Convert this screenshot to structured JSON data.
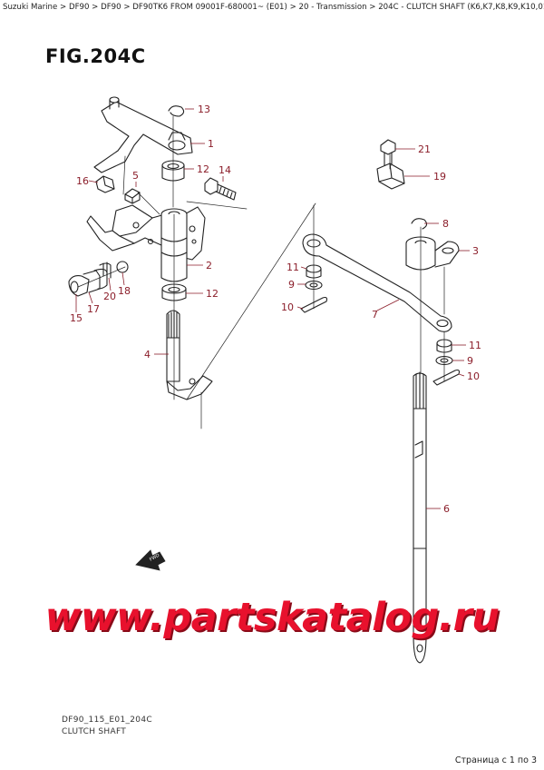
{
  "breadcrumb": "Suzuki Marine > DF90 > DF90 > DF90TK6 FROM 09001F-680001~ (E01) > 20 - Transmission > 204C - CLUTCH SHAFT (K6,K7,K8,K9,K10,011)",
  "figure": {
    "title": "FIG.204C",
    "code": "DF90_115_E01_204C",
    "caption": "CLUTCH SHAFT",
    "fwd_label": "FWD"
  },
  "watermark": "www.partskatalog.ru",
  "pager": "Страница с 1 по 3",
  "callouts": [
    {
      "id": "c13",
      "label": "13"
    },
    {
      "id": "c1",
      "label": "1"
    },
    {
      "id": "c12a",
      "label": "12"
    },
    {
      "id": "c14",
      "label": "14"
    },
    {
      "id": "c16",
      "label": "16"
    },
    {
      "id": "c5",
      "label": "5"
    },
    {
      "id": "c2",
      "label": "2"
    },
    {
      "id": "c12b",
      "label": "12"
    },
    {
      "id": "c18",
      "label": "18"
    },
    {
      "id": "c20",
      "label": "20"
    },
    {
      "id": "c17",
      "label": "17"
    },
    {
      "id": "c15",
      "label": "15"
    },
    {
      "id": "c4",
      "label": "4"
    },
    {
      "id": "c21",
      "label": "21"
    },
    {
      "id": "c19",
      "label": "19"
    },
    {
      "id": "c8",
      "label": "8"
    },
    {
      "id": "c3",
      "label": "3"
    },
    {
      "id": "c11a",
      "label": "11"
    },
    {
      "id": "c9a",
      "label": "9"
    },
    {
      "id": "c10a",
      "label": "10"
    },
    {
      "id": "c7",
      "label": "7"
    },
    {
      "id": "c11b",
      "label": "11"
    },
    {
      "id": "c9b",
      "label": "9"
    },
    {
      "id": "c10b",
      "label": "10"
    },
    {
      "id": "c6",
      "label": "6"
    }
  ]
}
